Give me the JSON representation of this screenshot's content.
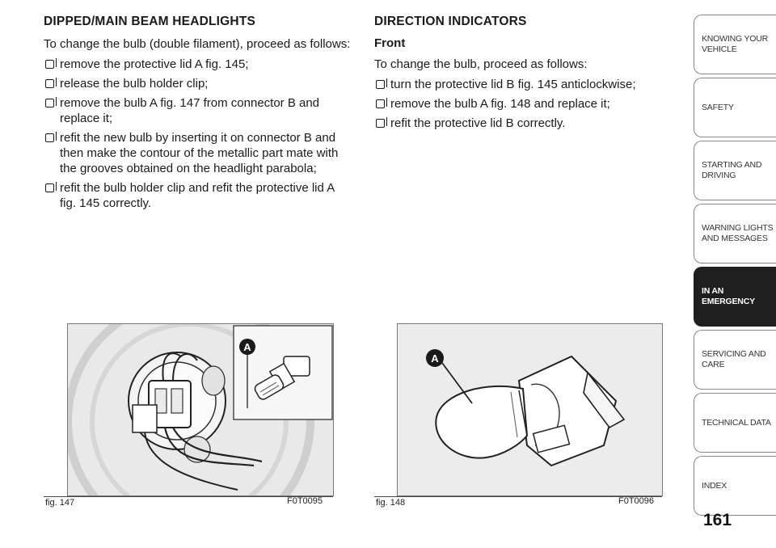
{
  "left": {
    "heading": "DIPPED/MAIN BEAM HEADLIGHTS",
    "intro": "To change the bulb (double filament), proceed as follows:",
    "steps": [
      "remove the protective lid A fig. 145;",
      "release the bulb holder clip;",
      "remove the bulb A fig. 147 from connector B and replace it;",
      "refit the new bulb by inserting it on connector B and then make the contour of the metallic part mate with the grooves obtained on the headlight parabola;",
      "refit the bulb holder clip and refit the protective lid A fig. 145 correctly."
    ]
  },
  "right": {
    "heading": "DIRECTION INDICATORS",
    "subheading": "Front",
    "intro": "To change the bulb, proceed as follows:",
    "steps": [
      "turn the protective lid B fig. 145 anticlockwise;",
      "remove the bulb A fig. 148 and replace it;",
      "refit the protective lid B correctly."
    ]
  },
  "figures": [
    {
      "caption": "fig. 147",
      "code": "F0T0095",
      "callout": "A"
    },
    {
      "caption": "fig. 148",
      "code": "F0T0096",
      "callout": "A"
    }
  ],
  "sidebar": {
    "tabs": [
      {
        "label": "KNOWING YOUR VEHICLE",
        "active": false
      },
      {
        "label": "SAFETY",
        "active": false
      },
      {
        "label": "STARTING AND DRIVING",
        "active": false
      },
      {
        "label": "WARNING LIGHTS AND MESSAGES",
        "active": false
      },
      {
        "label": "IN AN EMERGENCY",
        "active": true
      },
      {
        "label": "SERVICING AND CARE",
        "active": false
      },
      {
        "label": "TECHNICAL DATA",
        "active": false
      },
      {
        "label": "INDEX",
        "active": false
      }
    ]
  },
  "page_number": "161"
}
